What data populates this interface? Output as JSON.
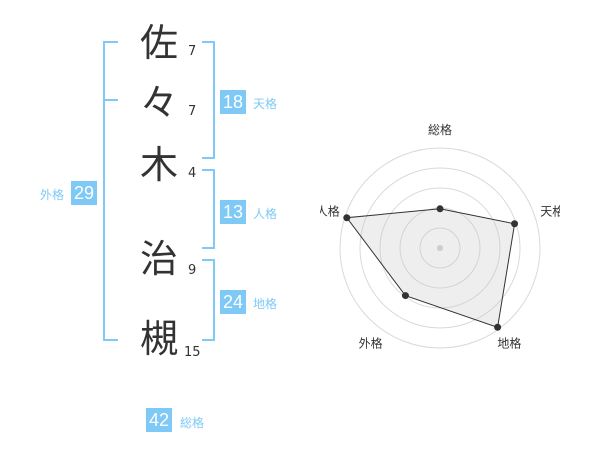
{
  "characters": [
    {
      "char": "佐",
      "strokes": "7"
    },
    {
      "char": "々",
      "strokes": "7"
    },
    {
      "char": "木",
      "strokes": "4"
    },
    {
      "char": "治",
      "strokes": "9"
    },
    {
      "char": "槻",
      "strokes": "15"
    }
  ],
  "kaku": {
    "tenkaku": {
      "value": "18",
      "label": "天格"
    },
    "jinkaku": {
      "value": "13",
      "label": "人格"
    },
    "chikaku": {
      "value": "24",
      "label": "地格"
    },
    "gaikaku": {
      "value": "29",
      "label": "外格"
    },
    "soukaku": {
      "value": "42",
      "label": "総格"
    }
  },
  "colors": {
    "accent": "#7ec9f5",
    "text": "#333333"
  },
  "chart_data": {
    "type": "radar",
    "axes": [
      "総格",
      "天格",
      "地格",
      "外格",
      "人格"
    ],
    "values": [
      2,
      4,
      5,
      3,
      5
    ],
    "rmax": 5,
    "rings": 5
  }
}
